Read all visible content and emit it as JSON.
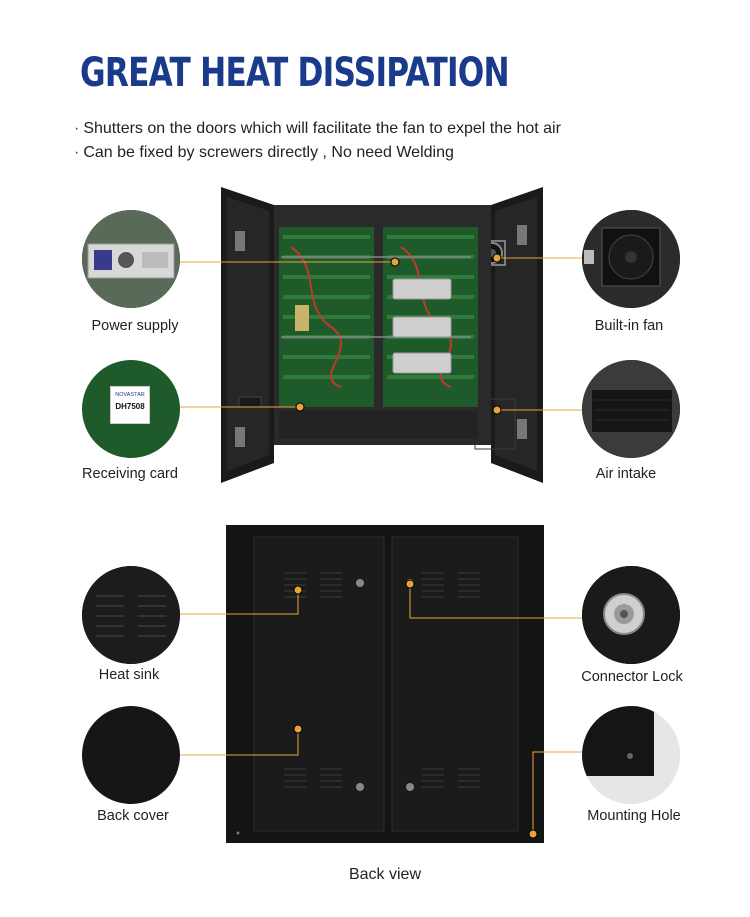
{
  "title": "GREAT HEAT DISSIPATION",
  "bullets": [
    "Shutters on the doors which will facilitate the fan to expel the hot air",
    "Can be fixed by screwers directly , No need Welding"
  ],
  "bullet_marker": "·",
  "callouts": {
    "power_supply": "Power supply",
    "builtin_fan": "Built-in fan",
    "receiving_card": "Receiving card",
    "air_intake": "Air intake",
    "heat_sink": "Heat sink",
    "connector_lock": "Connector Lock",
    "back_cover": "Back cover",
    "mounting_hole": "Mounting Hole"
  },
  "card_chip_brand": "NOVASTAR",
  "card_chip_model": "DH7508",
  "back_view_caption": "Back view",
  "colors": {
    "title": "#1a3a8c",
    "callout_line": "#e8a33b",
    "cabinet": "#1c1c1c",
    "pcb": "#1e5a2a"
  }
}
